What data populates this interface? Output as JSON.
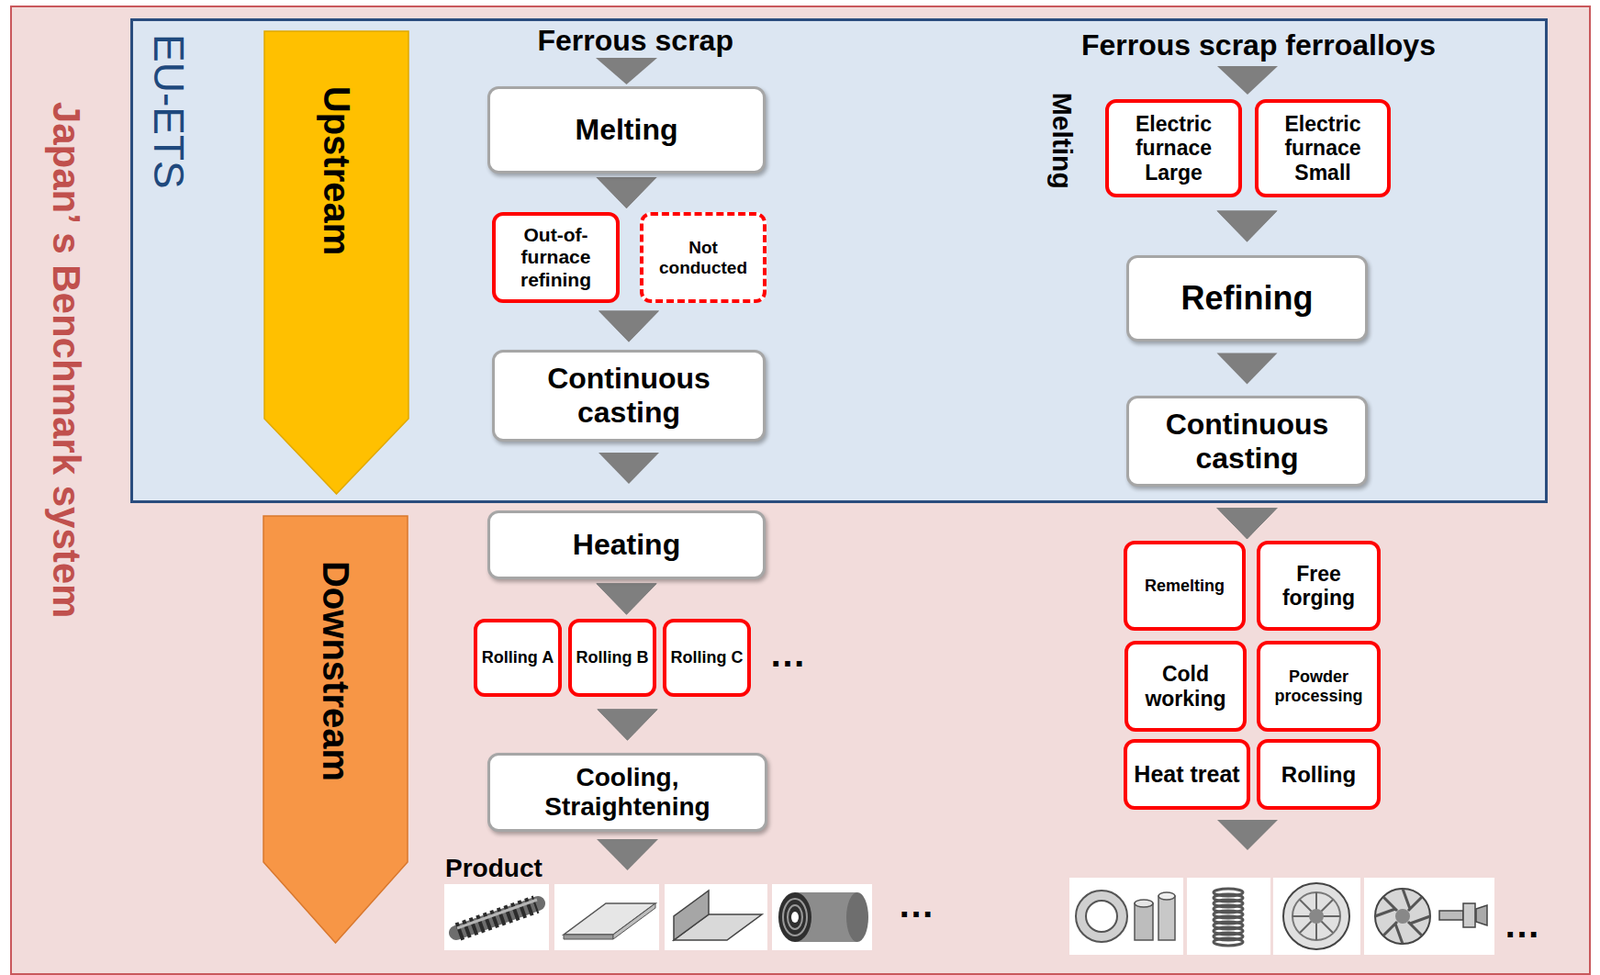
{
  "diagram": {
    "nodes": [
      {
        "text": [
          "Japan’ s Benchmark system"
        ]
      },
      {
        "text": [
          "EU-ETS"
        ],
        "in": 0
      },
      {
        "text": [
          "Upstream"
        ],
        "in": 1
      },
      {
        "text": [
          "Melting"
        ],
        "in": 1
      },
      {
        "text": [
          "Out-of-furnace refining"
        ],
        "in": 1
      },
      {
        "text": [
          "Not conducted"
        ],
        "in": 1
      },
      {
        "text": [
          "Continuous casting"
        ],
        "in": 1
      },
      {
        "text": [
          "Electric furnace Large"
        ],
        "in": 1
      },
      {
        "text": [
          "Electric furnace Small"
        ],
        "in": 1
      },
      {
        "text": [
          "Refining"
        ],
        "in": 1
      },
      {
        "text": [
          "Continuous casting"
        ],
        "in": 1
      },
      {
        "text": [
          "Downstream"
        ],
        "in": 0
      },
      {
        "text": [
          "Heating"
        ],
        "in": 0
      },
      {
        "text": [
          "Rolling A"
        ],
        "in": 0
      },
      {
        "text": [
          "Rolling B"
        ],
        "in": 0
      },
      {
        "text": [
          "Rolling C"
        ],
        "in": 0
      },
      {
        "text": [
          "Cooling, Straightening"
        ],
        "in": 0
      },
      {
        "text": [
          "Remelting"
        ],
        "in": 0
      },
      {
        "text": [
          "Free forging"
        ],
        "in": 0
      },
      {
        "text": [
          "Cold working"
        ],
        "in": 0
      },
      {
        "text": [
          "Powder processing"
        ],
        "in": 0
      },
      {
        "text": [
          "Heat treat"
        ],
        "in": 0
      },
      {
        "text": [
          "Rolling"
        ],
        "in": 0
      }
    ],
    "edges": [
      {
        "from": 3,
        "to": 4,
        "arrow": "to"
      },
      {
        "from": 3,
        "to": 5,
        "arrow": "to"
      },
      {
        "from": 4,
        "to": 6,
        "arrow": "to"
      },
      {
        "from": 5,
        "to": 6,
        "arrow": "to"
      },
      {
        "from": 6,
        "to": 12,
        "arrow": "to"
      },
      {
        "from": 12,
        "to": 13,
        "arrow": "to"
      },
      {
        "from": 12,
        "to": 14,
        "arrow": "to"
      },
      {
        "from": 12,
        "to": 15,
        "arrow": "to"
      },
      {
        "from": 13,
        "to": 16,
        "arrow": "to"
      },
      {
        "from": 14,
        "to": 16,
        "arrow": "to"
      },
      {
        "from": 15,
        "to": 16,
        "arrow": "to"
      },
      {
        "from": 7,
        "to": 9,
        "arrow": "to"
      },
      {
        "from": 8,
        "to": 9,
        "arrow": "to"
      },
      {
        "from": 9,
        "to": 10,
        "arrow": "to"
      },
      {
        "from": 10,
        "to": 17,
        "arrow": "to"
      },
      {
        "from": 10,
        "to": 18,
        "arrow": "to"
      },
      {
        "from": 10,
        "to": 19,
        "arrow": "to"
      },
      {
        "from": 10,
        "to": 20,
        "arrow": "to"
      },
      {
        "from": 10,
        "to": 21,
        "arrow": "to"
      },
      {
        "from": 10,
        "to": 22,
        "arrow": "to"
      }
    ],
    "labels": [
      "Ferrous scrap",
      "Ferrous scrap ferroalloys",
      "Melting",
      "…",
      "Product",
      "…",
      "…"
    ]
  }
}
